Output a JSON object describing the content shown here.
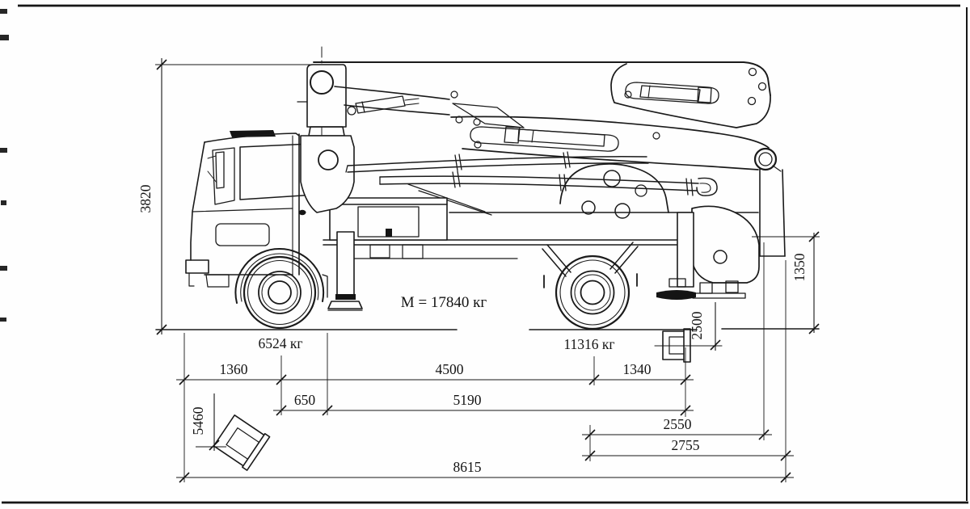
{
  "drawing": {
    "mass_label": "M = 17840 кг",
    "axle_loads": {
      "front": "6524 кг",
      "rear": "11316 кг"
    },
    "dimensions": {
      "overall_height": "3820",
      "front_overhang": "1360",
      "wheelbase": "4500",
      "rear_axle_to_outrigger": "1340",
      "front_axle_to_outrigger": "650",
      "outrigger_base": "5190",
      "rear_span_inner": "2550",
      "rear_span_outer": "2755",
      "overall_length": "8615",
      "front_outrigger_reach": "5460",
      "rear_outrigger_reach": "2500",
      "rear_height": "1350"
    }
  }
}
